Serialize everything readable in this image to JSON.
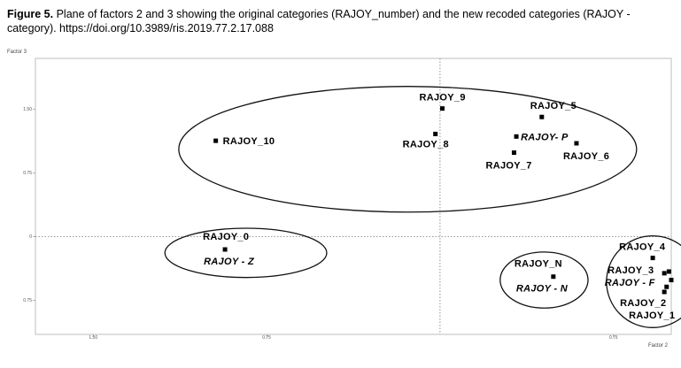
{
  "figure": {
    "label": "Figure 5.",
    "caption": "Plane of factors 2 and 3 showing the original categories (RAJOY_number) and the new recoded categories (RAJOY - category). https://doi.org/10.3989/ris.2019.77.2.17.088"
  },
  "chart_data": {
    "type": "scatter",
    "xlabel": "Factor 2",
    "ylabel": "Factor 3",
    "x_ticks": [
      {
        "value": -1.5,
        "label": "1.50"
      },
      {
        "value": -0.75,
        "label": "0.75"
      },
      {
        "value": 0.75,
        "label": "0.75"
      }
    ],
    "y_ticks": [
      {
        "value": 1.5,
        "label": "1.50"
      },
      {
        "value": 0.75,
        "label": "0.75"
      },
      {
        "value": 0,
        "label": "0"
      },
      {
        "value": -0.75,
        "label": "0.75"
      }
    ],
    "xlim": [
      -1.75,
      1.0
    ],
    "ylim": [
      -1.15,
      2.1
    ],
    "grid": false,
    "points": [
      {
        "label": "RAJOY_9",
        "x": 0.01,
        "y": 1.51,
        "style": "normal",
        "label_dx": -26,
        "label_dy": -9
      },
      {
        "label": "RAJOY_8",
        "x": -0.02,
        "y": 1.21,
        "style": "normal",
        "label_dx": -37,
        "label_dy": 15
      },
      {
        "label": "RAJOY_5",
        "x": 0.44,
        "y": 1.41,
        "style": "normal",
        "label_dx": -13,
        "label_dy": -9
      },
      {
        "label": "RAJOY- P",
        "x": 0.33,
        "y": 1.18,
        "style": "italic",
        "label_dx": 5,
        "label_dy": 4
      },
      {
        "label": "RAJOY_6",
        "x": 0.59,
        "y": 1.1,
        "style": "normal",
        "label_dx": -15,
        "label_dy": 18
      },
      {
        "label": "RAJOY_7",
        "x": 0.32,
        "y": 0.99,
        "style": "normal",
        "label_dx": -32,
        "label_dy": 18
      },
      {
        "label": "RAJOY_10",
        "x": -0.97,
        "y": 1.13,
        "style": "normal",
        "label_dx": 8,
        "label_dy": 4
      },
      {
        "label": "RAJOY_0",
        "x": -0.93,
        "y": -0.15,
        "style": "normal",
        "label_dx": -25,
        "label_dy": -11
      },
      {
        "label": "RAJOY - Z",
        "x": -0.93,
        "y": -0.15,
        "style": "italic",
        "label_dx": -24,
        "label_dy": 17,
        "no_marker": true
      },
      {
        "label": "RAJOY_N",
        "x": 0.49,
        "y": -0.47,
        "style": "normal",
        "label_dx": -44,
        "label_dy": -11
      },
      {
        "label": "RAJOY - N",
        "x": 0.49,
        "y": -0.47,
        "style": "italic",
        "label_dx": -42,
        "label_dy": 17,
        "no_marker": true
      },
      {
        "label": "RAJOY_4",
        "x": 0.92,
        "y": -0.25,
        "style": "normal",
        "label_dx": -38,
        "label_dy": -9
      },
      {
        "label": "RAJOY_3",
        "x": 0.97,
        "y": -0.43,
        "style": "normal",
        "label_dx": -64,
        "label_dy": 0
      },
      {
        "label": "",
        "x": 0.99,
        "y": -0.41,
        "style": "normal",
        "label_dx": 0,
        "label_dy": 0
      },
      {
        "label": "RAJOY - F",
        "x": 0.98,
        "y": -0.59,
        "style": "italic",
        "label_dx": -70,
        "label_dy": -1
      },
      {
        "label": "",
        "x": 1.0,
        "y": -0.51,
        "style": "normal",
        "label_dx": 0,
        "label_dy": 0
      },
      {
        "label": "RAJOY_2",
        "x": 0.97,
        "y": -0.65,
        "style": "normal",
        "label_dx": -50,
        "label_dy": 16
      },
      {
        "label": "RAJOY_1",
        "x": 0.97,
        "y": -0.65,
        "style": "normal",
        "label_dx": -40,
        "label_dy": 30,
        "no_marker": true
      }
    ],
    "ellipses": [
      {
        "name": "group-p",
        "cx": -0.14,
        "cy": 1.03,
        "rx": 0.99,
        "ry": 0.74
      },
      {
        "name": "group-z",
        "cx": -0.84,
        "cy": -0.19,
        "rx": 0.35,
        "ry": 0.29
      },
      {
        "name": "group-n",
        "cx": 0.45,
        "cy": -0.51,
        "rx": 0.19,
        "ry": 0.33
      },
      {
        "name": "group-f",
        "cx": 0.92,
        "cy": -0.53,
        "rx": 0.2,
        "ry": 0.54
      }
    ]
  }
}
